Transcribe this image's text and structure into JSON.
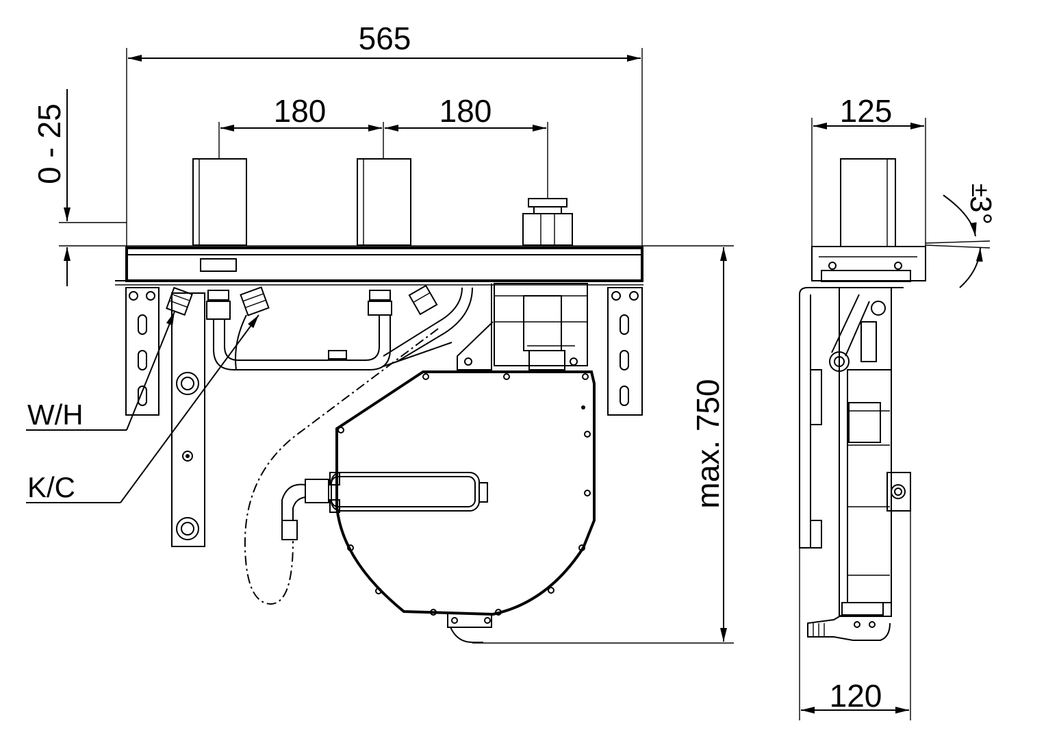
{
  "dimensions": {
    "overall_width": "565",
    "spacing_left": "180",
    "spacing_right": "180",
    "adjust_range": "0 - 25",
    "max_height": "max. 750",
    "side_top_width": "125",
    "side_bottom_width": "120",
    "tilt_angle": "3°",
    "tilt_sign": "±"
  },
  "labels": {
    "warm_hot": "W/H",
    "cold": "K/C"
  }
}
